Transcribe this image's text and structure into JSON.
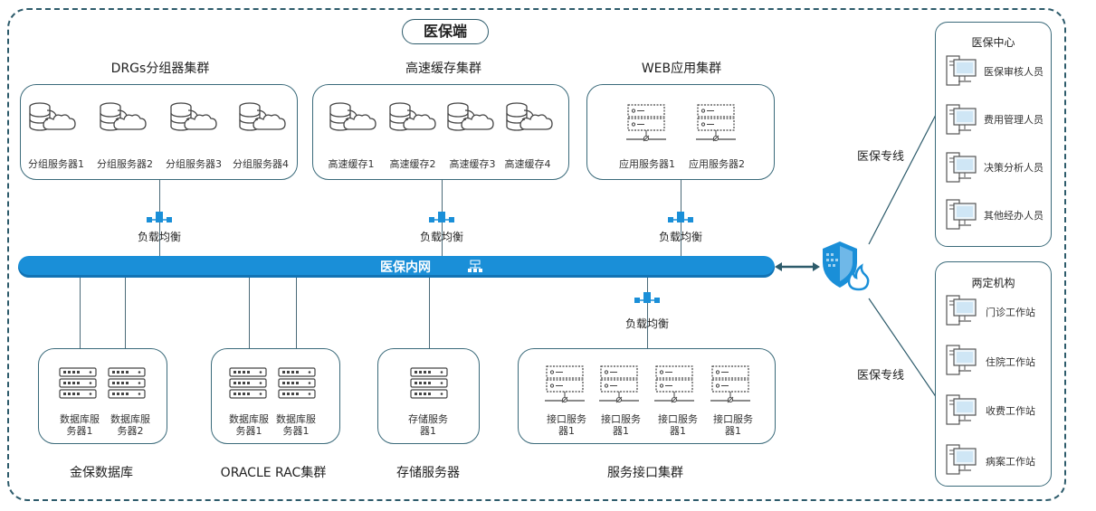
{
  "title": "医保端",
  "network": {
    "bus_label": "医保内网",
    "load_balance_label": "负载均衡",
    "line_label": "医保专线"
  },
  "clusters": {
    "drgs": {
      "title": "DRGs分组器集群",
      "items": [
        "分组服务器1",
        "分组服务器2",
        "分组服务器3",
        "分组服务器4"
      ]
    },
    "cache": {
      "title": "高速缓存集群",
      "items": [
        "高速缓存1",
        "高速缓存2",
        "高速缓存3",
        "高速缓存4"
      ]
    },
    "web": {
      "title": "WEB应用集群",
      "items": [
        "应用服务器1",
        "应用服务器2"
      ]
    },
    "jinbao": {
      "title": "金保数据库",
      "items": [
        [
          "数据库服",
          "务器1"
        ],
        [
          "数据库服",
          "务器2"
        ]
      ]
    },
    "oracle": {
      "title": "ORACLE RAC集群",
      "items": [
        [
          "数据库服",
          "务器1"
        ],
        [
          "数据库服",
          "务器1"
        ]
      ]
    },
    "storage": {
      "title": "存储服务器",
      "items": [
        [
          "存储服务",
          "器1"
        ]
      ]
    },
    "interface": {
      "title": "服务接口集群",
      "items": [
        [
          "接口服务",
          "器1"
        ],
        [
          "接口服务",
          "器1"
        ],
        [
          "接口服务",
          "器1"
        ],
        [
          "接口服务",
          "器1"
        ]
      ]
    }
  },
  "right": {
    "center": {
      "title": "医保中心",
      "items": [
        "医保审核人员",
        "费用管理人员",
        "决策分析人员",
        "其他经办人员"
      ]
    },
    "institutions": {
      "title": "两定机构",
      "items": [
        "门诊工作站",
        "住院工作站",
        "收费工作站",
        "病案工作站"
      ]
    }
  },
  "colors": {
    "bus": "#1a8fd8",
    "border": "#3a6a7a",
    "firewall": "#1a8fd8"
  },
  "icons": {
    "db_cloud": "database-cloud-icon",
    "app_server": "app-server-icon",
    "rack_server": "rack-server-icon",
    "workstation": "workstation-icon",
    "firewall": "firewall-icon",
    "load_balancer": "load-balancer-icon"
  }
}
